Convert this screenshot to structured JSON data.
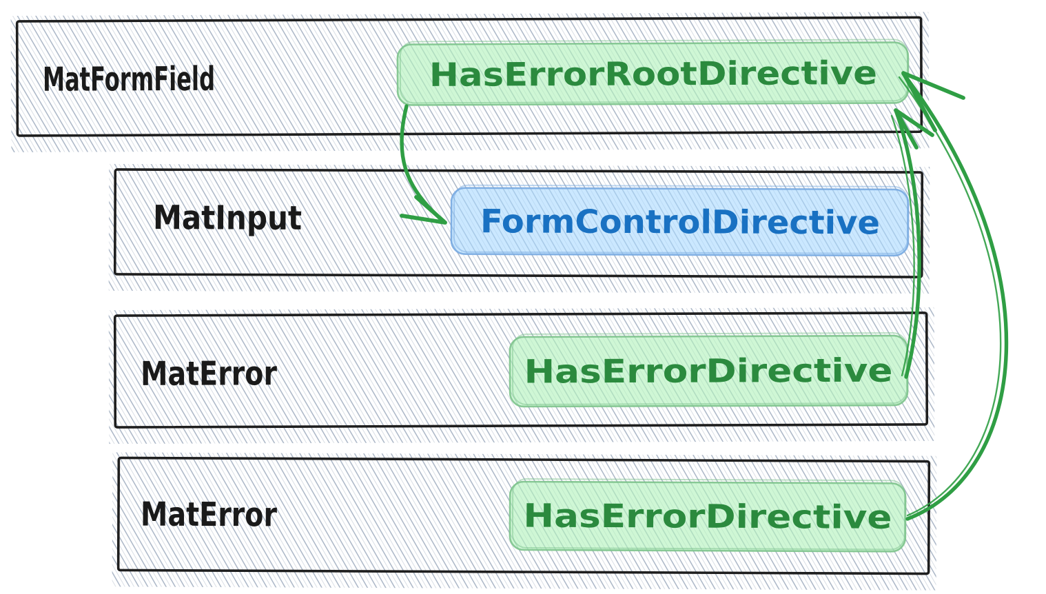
{
  "rows": [
    {
      "component": "MatFormField",
      "directive": {
        "label": "HasErrorRootDirective",
        "color": "green"
      }
    },
    {
      "component": "MatInput",
      "directive": {
        "label": "FormControlDirective",
        "color": "blue"
      }
    },
    {
      "component": "MatError",
      "directive": {
        "label": "HasErrorDirective",
        "color": "green"
      }
    },
    {
      "component": "MatError",
      "directive": {
        "label": "HasErrorDirective",
        "color": "green"
      }
    }
  ],
  "arrows": [
    {
      "name": "root-to-form-control",
      "from": "HasErrorRootDirective",
      "to": "FormControlDirective",
      "color": "#2f9e44"
    },
    {
      "name": "error-1-to-root",
      "from": "HasErrorDirective (MatError 1)",
      "to": "HasErrorRootDirective",
      "color": "#2f9e44"
    },
    {
      "name": "error-2-to-root",
      "from": "HasErrorDirective (MatError 2)",
      "to": "HasErrorRootDirective",
      "color": "#2f9e44"
    }
  ],
  "colors": {
    "background": "#ffffff",
    "box_border": "#1e1e1e",
    "box_hatch": "#aab6c6",
    "label_text": "#1a1a1a",
    "green_text": "#2b8a3e",
    "green_arrow": "#2f9e44",
    "green_pill_fill": "rgba(178,242,187,0.62)",
    "green_pill_border": "rgba(125,195,140,0.9)",
    "blue_text": "#1971c2",
    "blue_pill_fill": "rgba(165,216,255,0.58)",
    "blue_pill_border": "rgba(120,170,225,0.9)"
  }
}
